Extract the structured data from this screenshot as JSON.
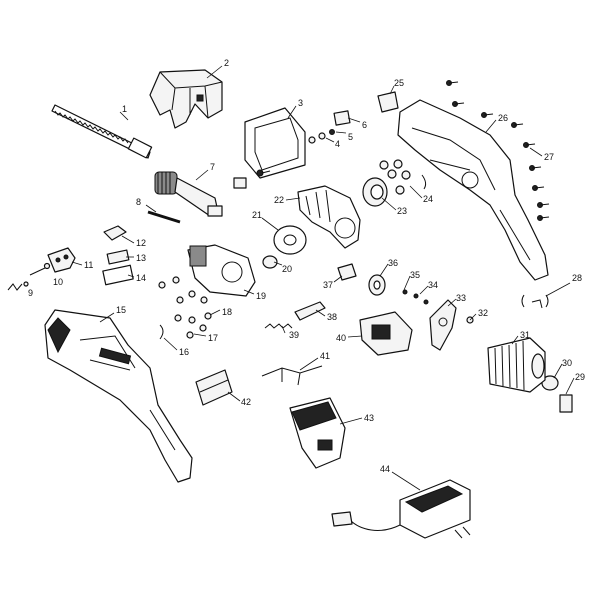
{
  "callouts": [
    "1",
    "2",
    "3",
    "4",
    "5",
    "6",
    "7",
    "8",
    "9",
    "10",
    "11",
    "12",
    "13",
    "14",
    "15",
    "16",
    "17",
    "18",
    "19",
    "20",
    "21",
    "22",
    "23",
    "24",
    "25",
    "26",
    "27",
    "28",
    "29",
    "30",
    "31",
    "32",
    "33",
    "34",
    "35",
    "36",
    "37",
    "38",
    "39",
    "40",
    "41",
    "42",
    "43",
    "44"
  ]
}
